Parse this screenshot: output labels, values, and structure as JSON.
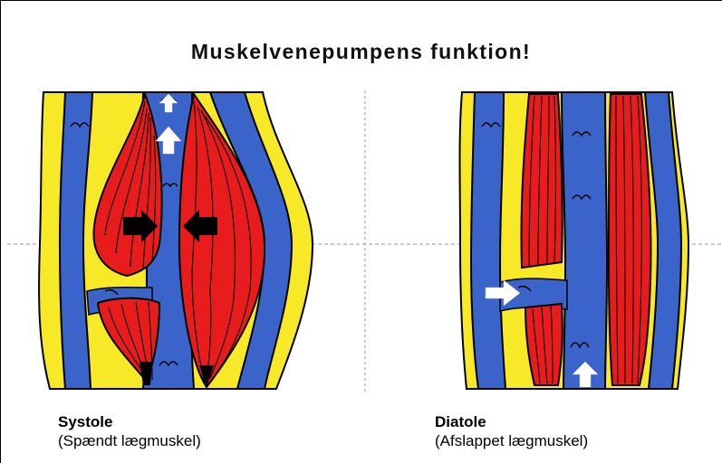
{
  "title": "Muskelvenepumpens funktion!",
  "colors": {
    "skin": "#f7e928",
    "vein": "#3a64c9",
    "muscle": "#e81c1c",
    "outline": "#000000",
    "arrow": "#ffffff",
    "guide": "#9a9a9a"
  },
  "panels": [
    {
      "state": "contracted",
      "caption_title": "Systole",
      "caption_sub": "(Spændt lægmuskel)"
    },
    {
      "state": "relaxed",
      "caption_title": "Diatole",
      "caption_sub": "(Afslappet lægmuskel)"
    }
  ]
}
